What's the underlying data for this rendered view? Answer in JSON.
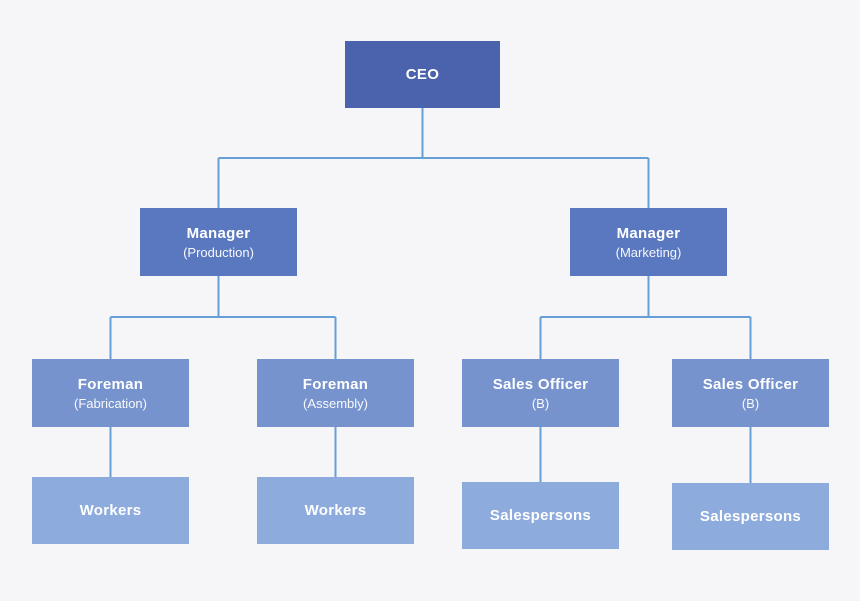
{
  "diagram": {
    "type": "org-chart",
    "nodes": [
      {
        "id": "ceo",
        "title": "CEO",
        "subtitle": "",
        "level": 1,
        "parent": null
      },
      {
        "id": "manager-production",
        "title": "Manager",
        "subtitle": "(Production)",
        "level": 2,
        "parent": "ceo"
      },
      {
        "id": "manager-marketing",
        "title": "Manager",
        "subtitle": "(Marketing)",
        "level": 2,
        "parent": "ceo"
      },
      {
        "id": "foreman-fabrication",
        "title": "Foreman",
        "subtitle": "(Fabrication)",
        "level": 3,
        "parent": "manager-production"
      },
      {
        "id": "foreman-assembly",
        "title": "Foreman",
        "subtitle": "(Assembly)",
        "level": 3,
        "parent": "manager-production"
      },
      {
        "id": "sales-officer-b-1",
        "title": "Sales Officer",
        "subtitle": "(B)",
        "level": 3,
        "parent": "manager-marketing"
      },
      {
        "id": "sales-officer-b-2",
        "title": "Sales Officer",
        "subtitle": "(B)",
        "level": 3,
        "parent": "manager-marketing"
      },
      {
        "id": "workers-1",
        "title": "Workers",
        "subtitle": "",
        "level": 4,
        "parent": "foreman-fabrication"
      },
      {
        "id": "workers-2",
        "title": "Workers",
        "subtitle": "",
        "level": 4,
        "parent": "foreman-assembly"
      },
      {
        "id": "salespersons-1",
        "title": "Salespersons",
        "subtitle": "",
        "level": 4,
        "parent": "sales-officer-b-1"
      },
      {
        "id": "salespersons-2",
        "title": "Salespersons",
        "subtitle": "",
        "level": 4,
        "parent": "sales-officer-b-2"
      }
    ],
    "colors": {
      "level1_fill": "#4a63ac",
      "level2_fill": "#5a78c0",
      "level3_fill": "#7793cd",
      "level4_fill": "#8dabdc",
      "connector": "#669ed6",
      "background": "#f6f6f8",
      "text": "#ffffff"
    }
  }
}
